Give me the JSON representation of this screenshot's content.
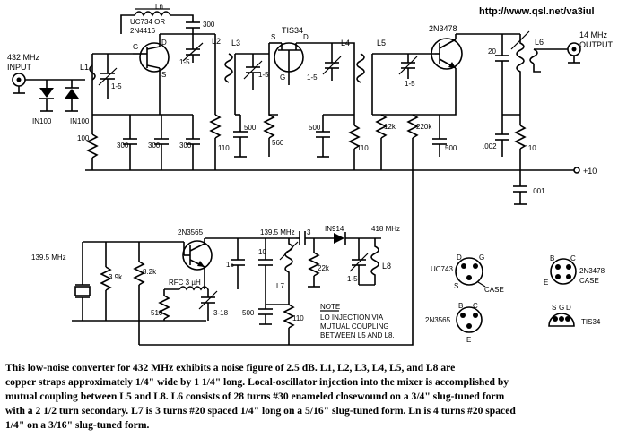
{
  "url": "http://www.qsl.net/va3iul",
  "labels": {
    "input_freq": "432 MHz",
    "input": "INPUT",
    "output_freq": "14 MHz",
    "output": "OUTPUT",
    "q1_type_a": "UC734 OR",
    "q1_type_b": "2N4416",
    "q2_type": "TIS34",
    "q3_type": "2N3478",
    "q4_type": "2N3565",
    "lo_freq": "139.5 MHz",
    "lo_tank_freq": "139.5 MHz",
    "mult_freq": "418 MHz",
    "diode_in": "IN914",
    "diode_d1": "IN100",
    "diode_d2": "IN100",
    "rfc": "RFC 3 µH",
    "supply": "+10",
    "ln": "Ln",
    "l1": "L1",
    "l2": "L2",
    "l3": "L3",
    "l4": "L4",
    "l5": "L5",
    "l6": "L6",
    "l7": "L7",
    "l8": "L8",
    "c_300a": "300",
    "c_15a": "1-5",
    "c_15b": "1-5",
    "c_15c": "1-5",
    "c_15d": "1-5",
    "c_15e": "1-5",
    "c_15f": "1-5",
    "c_20": "20",
    "c_500a": "500",
    "c_500b": "500",
    "c_500c": "500",
    "c_500d": "500",
    "r_560": "560",
    "r_100": "100",
    "c_300b": "300",
    "c_300c": "300",
    "c_300d": "300",
    "r_110a": "110",
    "r_110b": "110",
    "r_110c": "110",
    "r_110d": "110",
    "r_12k": "12k",
    "r_220k": "220k",
    "c_002": ".002",
    "c_001": ".001",
    "r_39k": "3.9k",
    "r_82k": "8.2k",
    "r_510": "510",
    "c_318": "3-18",
    "c_15pf": "15",
    "c_10": "10",
    "c_3": "3",
    "r_22k": "22k",
    "g": "G",
    "s": "S",
    "d": "D",
    "q2_s": "S",
    "q2_d": "D",
    "q2_g": "G"
  },
  "note": {
    "title": "NOTE",
    "line1": "LO INJECTION VIA",
    "line2": "MUTUAL COUPLING",
    "line3": "BETWEEN L5 AND L8."
  },
  "pinouts": {
    "uc743": "UC743",
    "uc743_case": "CASE",
    "p_d": "D",
    "p_g": "G",
    "p_s": "S",
    "t2n3478": "2N3478",
    "t2n3478_case": "CASE",
    "p_b": "B",
    "p_c": "C",
    "p_e": "E",
    "t2n3565": "2N3565",
    "q_b": "B",
    "q_c": "C",
    "q_e": "E",
    "tis34": "TIS34",
    "t_s": "S",
    "t_g": "G",
    "t_d": "D"
  },
  "caption": {
    "line1": "This low-noise converter for 432 MHz exhibits a noise figure of 2.5 dB. L1, L2, L3, L4, L5, and L8 are",
    "line2": "copper straps approximately 1/4\" wide by 1 1/4\" long. Local-oscillator injection into the mixer is accomplished by",
    "line3": "mutual coupling between L5 and L8. L6 consists of 28 turns #30 enameled closewound on a 3/4\" slug-tuned form",
    "line4": "with a 2 1/2 turn secondary. L7 is 3 turns #20 spaced 1/4\" long on a 5/16\" slug-tuned form. Ln is 4 turns #20 spaced",
    "line5": "1/4\" on a 3/16\" slug-tuned form."
  }
}
